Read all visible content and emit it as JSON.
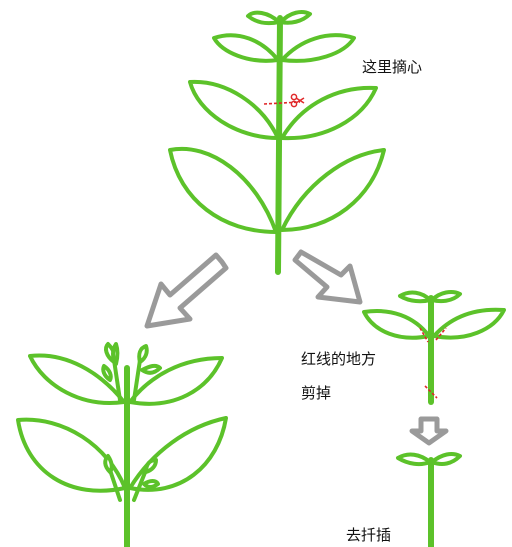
{
  "labels": {
    "pinch_here": "这里摘心",
    "red_line_places": "红线的地方",
    "cut_off": "剪掉",
    "go_cutting": "去扦插"
  },
  "colors": {
    "leaf_stroke": "#5cc22a",
    "arrow_stroke": "#9a9a9a",
    "cut_mark": "#e0282a"
  },
  "icons": [
    "scissors-icon"
  ]
}
